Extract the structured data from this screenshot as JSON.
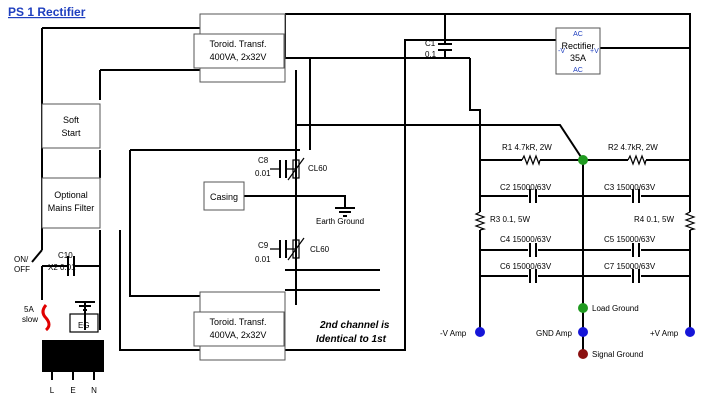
{
  "title": "PS 1 Rectifier",
  "blocks": {
    "soft_start": [
      "Soft",
      "Start"
    ],
    "mains_filter": [
      "Optional",
      "Mains Filter"
    ],
    "transformer_top": [
      "Toroid. Transf.",
      "400VA, 2x32V"
    ],
    "transformer_bottom": [
      "Toroid. Transf.",
      "400VA, 2x32V"
    ],
    "casing": "Casing",
    "rectifier": {
      "label": [
        "Rectifier",
        "35A"
      ],
      "ac_top": "AC",
      "ac_bottom": "AC",
      "minus": "-V",
      "plus": "+V"
    }
  },
  "components": {
    "c1": [
      "C1",
      "0.1"
    ],
    "c8": [
      "C8",
      "0.01"
    ],
    "c9": [
      "C9",
      "0.01"
    ],
    "cl60_a": "CL60",
    "cl60_b": "CL60",
    "c10": [
      "C10",
      "X2 0.01"
    ],
    "on_off": [
      "ON/",
      "OFF"
    ],
    "fuse": [
      "5A",
      "slow"
    ],
    "eg": "EG",
    "r1": "R1  4.7kR, 2W",
    "r2": "R2  4.7kR, 2W",
    "r3": "R3  0.1, 5W",
    "r4": "R4  0.1, 5W",
    "c2": "C2  15000/63V",
    "c3": "C3  15000/63V",
    "c4": "C4  15000/63V",
    "c5": "C5  15000/63V",
    "c6": "C6  15000/63V",
    "c7": "C7  15000/63V"
  },
  "labels": {
    "earth_ground": "Earth Ground",
    "load_ground": "Load Ground",
    "signal_ground": "Signal Ground",
    "minus_v_amp": "-V Amp",
    "gnd_amp": "GND Amp",
    "plus_v_amp": "+V Amp",
    "note": [
      "2nd channel is",
      "Identical to 1st"
    ],
    "plug": [
      "L",
      "E",
      "N"
    ]
  },
  "colors": {
    "title": "#1f3fbf",
    "blue_node": "#1515d8",
    "green_node": "#1f9a1f",
    "red_node": "#8b1010"
  }
}
